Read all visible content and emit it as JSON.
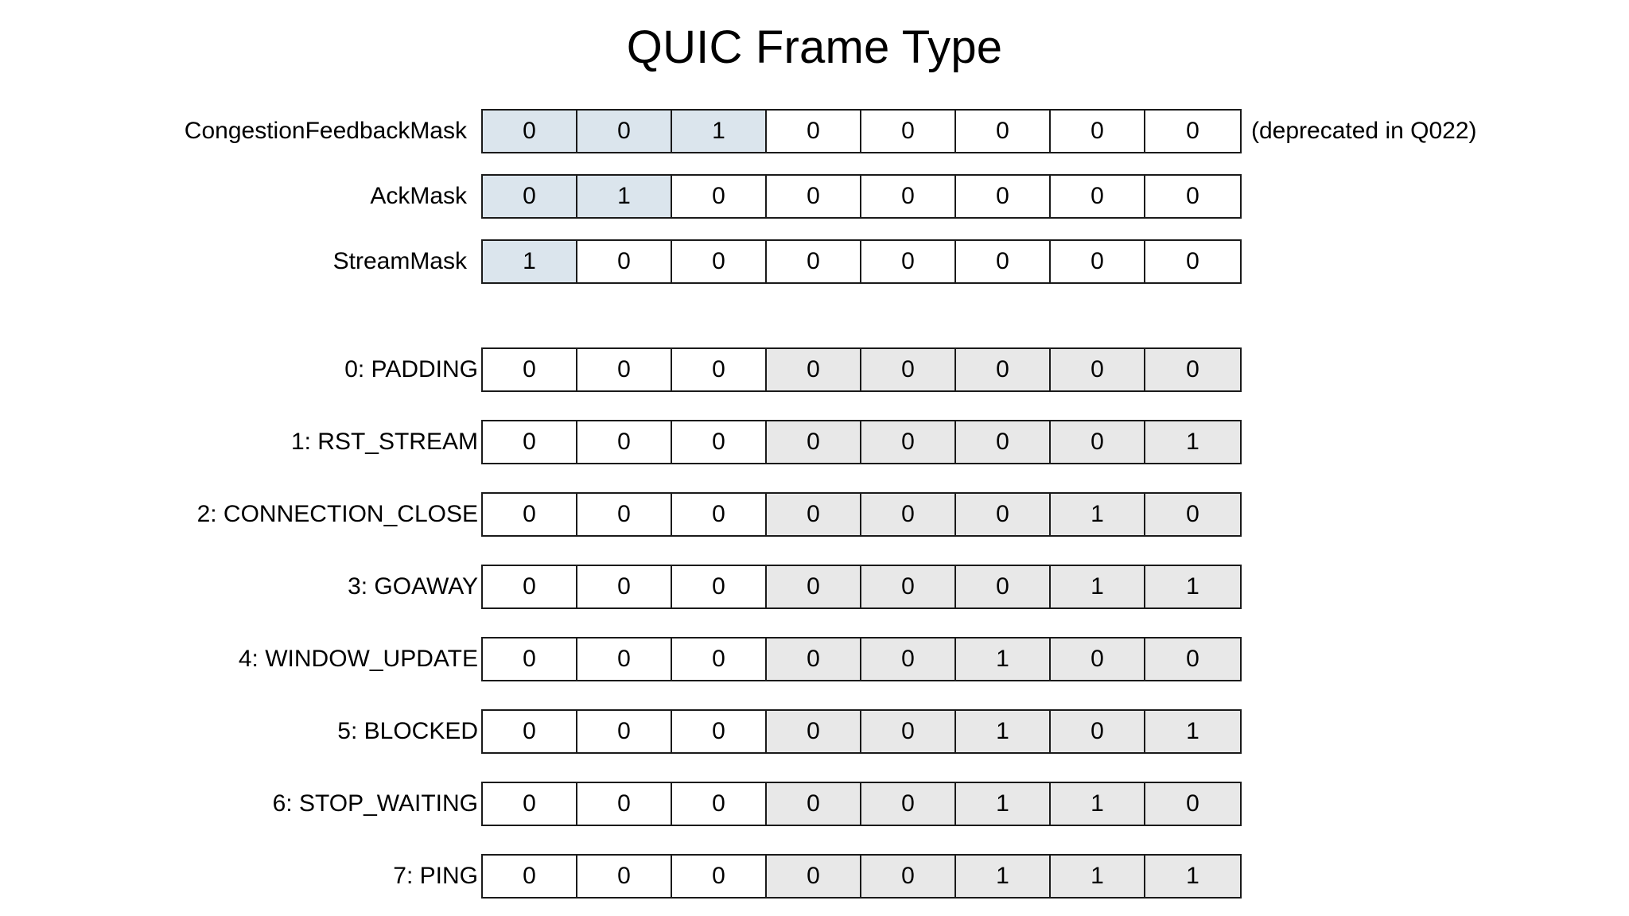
{
  "title": "QUIC Frame Type",
  "colors": {
    "highlight_blue": "#dbe5ed",
    "shaded_gray": "#e8e8e8",
    "border": "#1a1a1a",
    "background": "#ffffff",
    "text": "#000000"
  },
  "mask_section": {
    "rows": [
      {
        "label": "CongestionFeedbackMask",
        "bits": [
          "0",
          "0",
          "1",
          "0",
          "0",
          "0",
          "0",
          "0"
        ],
        "highlighted": [
          true,
          true,
          true,
          false,
          false,
          false,
          false,
          false
        ],
        "note": "(deprecated in Q022)"
      },
      {
        "label": "AckMask",
        "bits": [
          "0",
          "1",
          "0",
          "0",
          "0",
          "0",
          "0",
          "0"
        ],
        "highlighted": [
          true,
          true,
          false,
          false,
          false,
          false,
          false,
          false
        ],
        "note": ""
      },
      {
        "label": "StreamMask",
        "bits": [
          "1",
          "0",
          "0",
          "0",
          "0",
          "0",
          "0",
          "0"
        ],
        "highlighted": [
          true,
          false,
          false,
          false,
          false,
          false,
          false,
          false
        ],
        "note": ""
      }
    ]
  },
  "frames_section": {
    "shaded_columns": [
      3,
      4,
      5,
      6,
      7
    ],
    "rows": [
      {
        "label": "0: PADDING",
        "bits": [
          "0",
          "0",
          "0",
          "0",
          "0",
          "0",
          "0",
          "0"
        ]
      },
      {
        "label": "1: RST_STREAM",
        "bits": [
          "0",
          "0",
          "0",
          "0",
          "0",
          "0",
          "0",
          "1"
        ]
      },
      {
        "label": "2: CONNECTION_CLOSE",
        "bits": [
          "0",
          "0",
          "0",
          "0",
          "0",
          "0",
          "1",
          "0"
        ]
      },
      {
        "label": "3: GOAWAY",
        "bits": [
          "0",
          "0",
          "0",
          "0",
          "0",
          "0",
          "1",
          "1"
        ]
      },
      {
        "label": "4: WINDOW_UPDATE",
        "bits": [
          "0",
          "0",
          "0",
          "0",
          "0",
          "1",
          "0",
          "0"
        ]
      },
      {
        "label": "5: BLOCKED",
        "bits": [
          "0",
          "0",
          "0",
          "0",
          "0",
          "1",
          "0",
          "1"
        ]
      },
      {
        "label": "6: STOP_WAITING",
        "bits": [
          "0",
          "0",
          "0",
          "0",
          "0",
          "1",
          "1",
          "0"
        ]
      },
      {
        "label": "7: PING",
        "bits": [
          "0",
          "0",
          "0",
          "0",
          "0",
          "1",
          "1",
          "1"
        ]
      }
    ]
  },
  "layout": {
    "mask_row_tops": [
      137,
      219,
      301
    ],
    "frame_row_tops": [
      437,
      528,
      619,
      710,
      801,
      892,
      983,
      1074
    ]
  }
}
